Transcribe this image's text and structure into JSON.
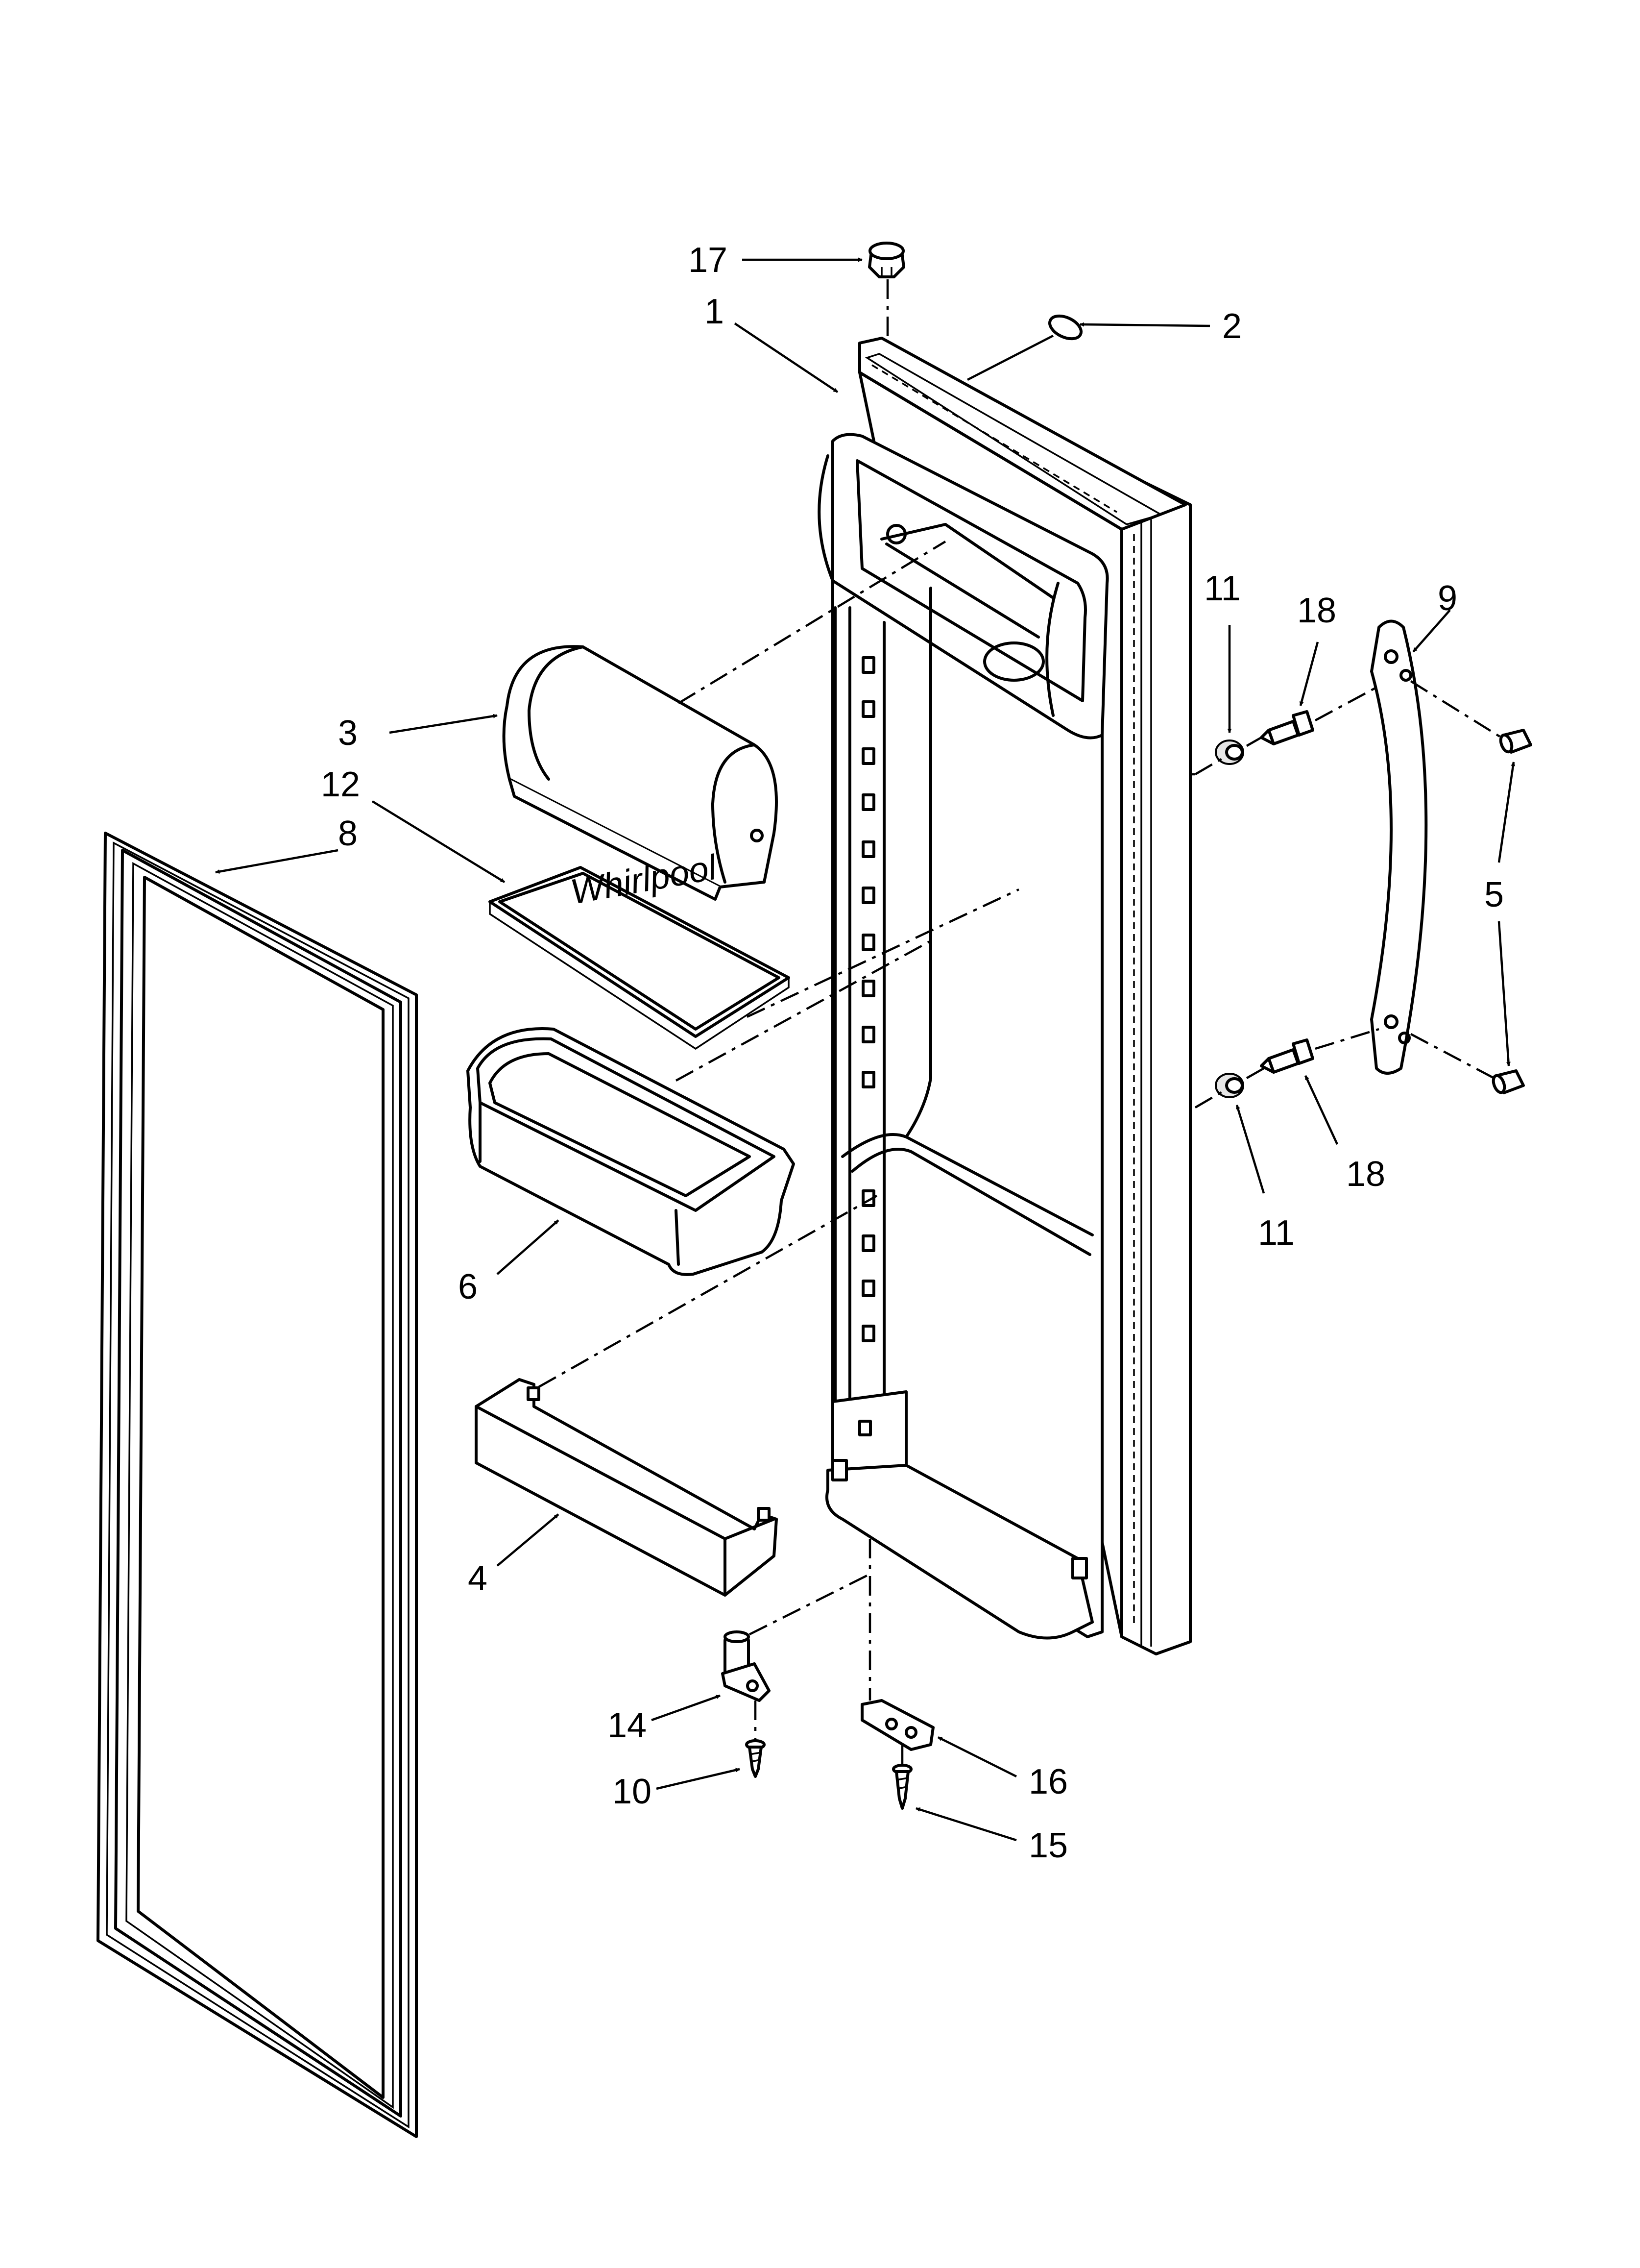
{
  "diagram": {
    "callouts": [
      {
        "id": "17",
        "label": "17"
      },
      {
        "id": "1",
        "label": "1"
      },
      {
        "id": "2",
        "label": "2"
      },
      {
        "id": "3",
        "label": "3"
      },
      {
        "id": "12",
        "label": "12"
      },
      {
        "id": "8",
        "label": "8"
      },
      {
        "id": "11a",
        "label": "11"
      },
      {
        "id": "18a",
        "label": "18"
      },
      {
        "id": "9",
        "label": "9"
      },
      {
        "id": "5",
        "label": "5"
      },
      {
        "id": "18b",
        "label": "18"
      },
      {
        "id": "11b",
        "label": "11"
      },
      {
        "id": "6",
        "label": "6"
      },
      {
        "id": "4",
        "label": "4"
      },
      {
        "id": "14",
        "label": "14"
      },
      {
        "id": "10",
        "label": "10"
      },
      {
        "id": "16",
        "label": "16"
      },
      {
        "id": "15",
        "label": "15"
      }
    ],
    "logo_text": "Whirlpool"
  }
}
